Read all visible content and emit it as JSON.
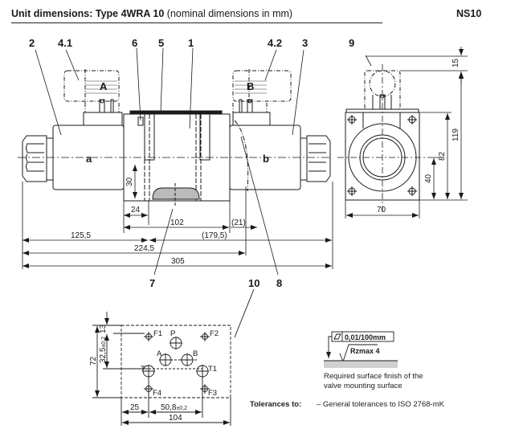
{
  "header": {
    "title_bold": "Unit dimensions: Type 4WRA 10",
    "title_normal": "(nominal dimensions in mm)",
    "size_code": "NS10"
  },
  "item_labels": {
    "i2": "2",
    "i4_1": "4.1",
    "i6": "6",
    "i5": "5",
    "i1": "1",
    "i4_2": "4.2",
    "i3": "3",
    "i9": "9",
    "i7": "7",
    "i8": "8",
    "i10": "10"
  },
  "solenoid_labels": {
    "a": "a",
    "b": "b",
    "plug_a": "A",
    "plug_b": "B"
  },
  "front_view_dims": {
    "d30": "30",
    "d24": "24",
    "d102": "102",
    "d21": "(21)",
    "d125_5": "125,5",
    "d179_5": "(179,5)",
    "d224_5": "224,5",
    "d305": "305"
  },
  "side_view_dims": {
    "d15": "15",
    "d119": "119",
    "d82": "82",
    "d40": "40",
    "d70": "70"
  },
  "mounting_face": {
    "ports": [
      "P",
      "A",
      "B",
      "T",
      "T1"
    ],
    "fixing_holes": [
      "F1",
      "F2",
      "F3",
      "F4"
    ],
    "dims": {
      "d13": "13",
      "d32_5": "32,5",
      "tol32_5": "±0,2",
      "d72": "72",
      "d25": "25",
      "d50_8": "50,8",
      "tol50_8": "±0,2",
      "d104": "104"
    }
  },
  "surface_finish": {
    "flatness": "0,01/100mm",
    "roughness": "Rzmax 4",
    "caption_line1": "Required surface finish of the",
    "caption_line2": "valve mounting surface"
  },
  "tolerances": {
    "label": "Tolerances to:",
    "value": "– General tolerances to ISO 2768-mK"
  }
}
